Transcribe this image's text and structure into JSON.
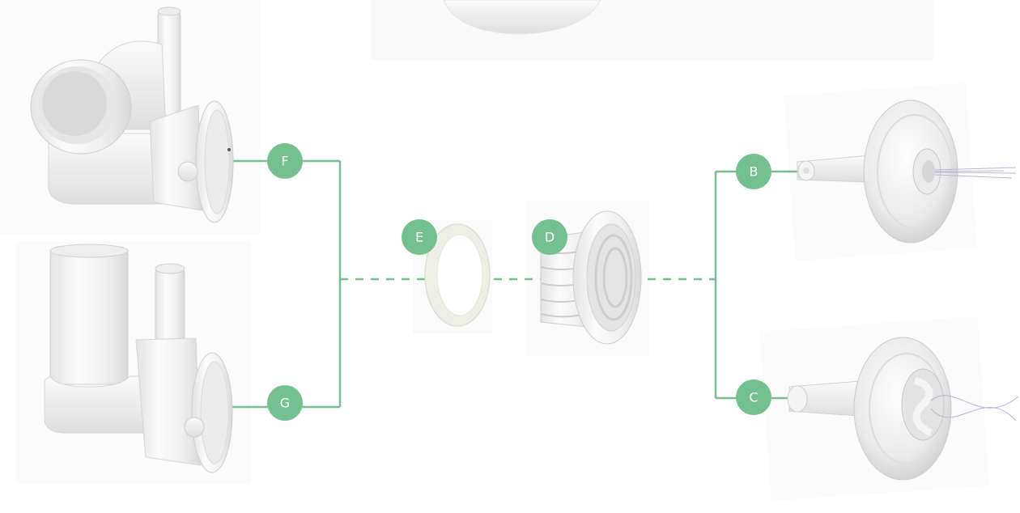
{
  "colors": {
    "accent": "#74c08e",
    "part_white": "#f6f6f6",
    "part_shadow": "#d8d8d8",
    "part_edge": "#c9c9c9",
    "gasket": "#ecefe6",
    "background": "#ffffff"
  },
  "parts": [
    {
      "id": "F",
      "label": "F",
      "icon": "elbow-fitting-with-side-port"
    },
    {
      "id": "G",
      "label": "G",
      "icon": "straight-body-fitting"
    },
    {
      "id": "E",
      "label": "E",
      "icon": "gasket-ring"
    },
    {
      "id": "D",
      "label": "D",
      "icon": "threaded-wall-fitting"
    },
    {
      "id": "B",
      "label": "B",
      "icon": "directional-jet-nozzle"
    },
    {
      "id": "C",
      "label": "C",
      "icon": "rotating-jet-nozzle"
    }
  ]
}
